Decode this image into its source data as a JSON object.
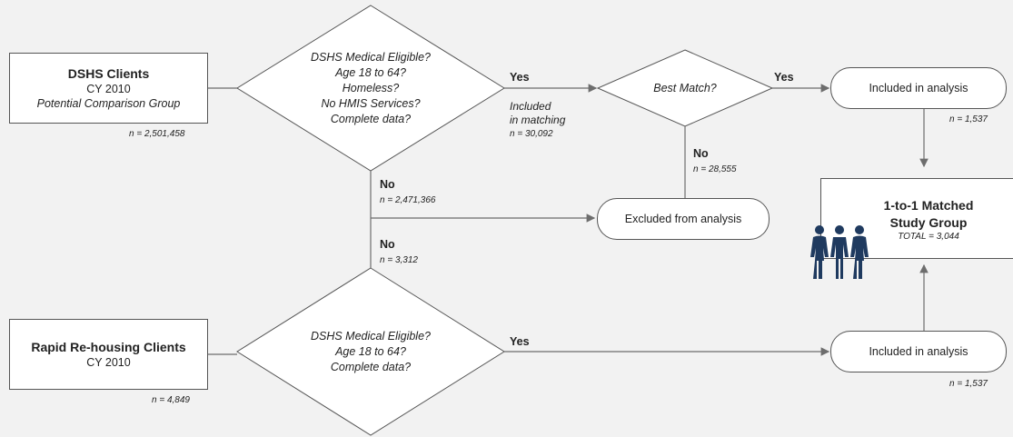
{
  "dshs_box": {
    "title": "DSHS Clients",
    "year": "CY 2010",
    "desc": "Potential Comparison Group",
    "n": "n = 2,501,458"
  },
  "rrh_box": {
    "title": "Rapid Re-housing Clients",
    "year": "CY 2010",
    "n": "n = 4,849"
  },
  "diamond_top": {
    "lines": [
      "DSHS Medical Eligible?",
      "Age 18 to 64?",
      "Homeless?",
      "No HMIS Services?",
      "Complete data?"
    ]
  },
  "diamond_bottom": {
    "lines": [
      "DSHS Medical Eligible?",
      "Age 18 to 64?",
      "Complete data?"
    ]
  },
  "diamond_best": {
    "label": "Best Match?"
  },
  "labels": {
    "yes_top": "Yes",
    "included_line1": "Included",
    "included_line2": "in matching",
    "included_n": "n = 30,092",
    "yes_best": "Yes",
    "no_best": "No",
    "no_best_n": "n = 28,555",
    "no_top": "No",
    "no_top_n": "n = 2,471,366",
    "no_bottom": "No",
    "no_bottom_n": "n = 3,312",
    "yes_bottom": "Yes"
  },
  "pills": {
    "included_top": "Included in analysis",
    "included_top_n": "n = 1,537",
    "excluded": "Excluded from analysis",
    "included_bottom": "Included in analysis",
    "included_bottom_n": "n = 1,537"
  },
  "result": {
    "line1": "1-to-1 Matched",
    "line2": "Study Group",
    "total": "TOTAL = 3,044"
  },
  "colors": {
    "icon": "#1f3a5f",
    "line": "#6d6d6d"
  },
  "icons": [
    "person-icon",
    "person-icon",
    "person-icon"
  ]
}
